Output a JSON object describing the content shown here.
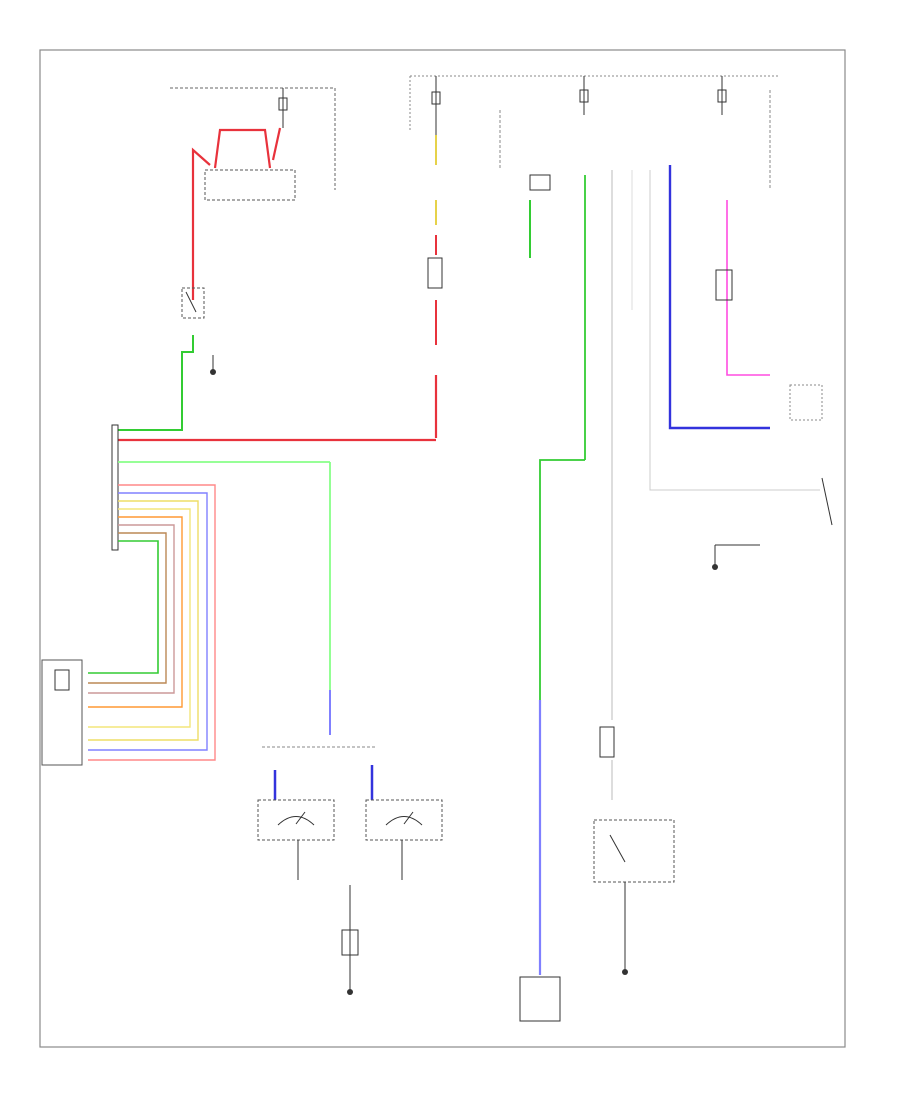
{
  "diagram": {
    "title": "",
    "footer_id": "",
    "colors": {
      "frame": "#8a8a8a",
      "line": "#333333",
      "red": "#e8323c",
      "green": "#33cc33",
      "blue": "#3333dd",
      "pink": "#ff4de1",
      "orange": "#ff9933",
      "yellow": "#e6d24a",
      "lightblue": "#8080ff",
      "paleyellow": "#eedd66",
      "gray": "#a0a0a0"
    },
    "wire_colors": [
      "red",
      "green",
      "blue",
      "pink",
      "orange",
      "yellow",
      "lightblue"
    ],
    "notes": []
  }
}
